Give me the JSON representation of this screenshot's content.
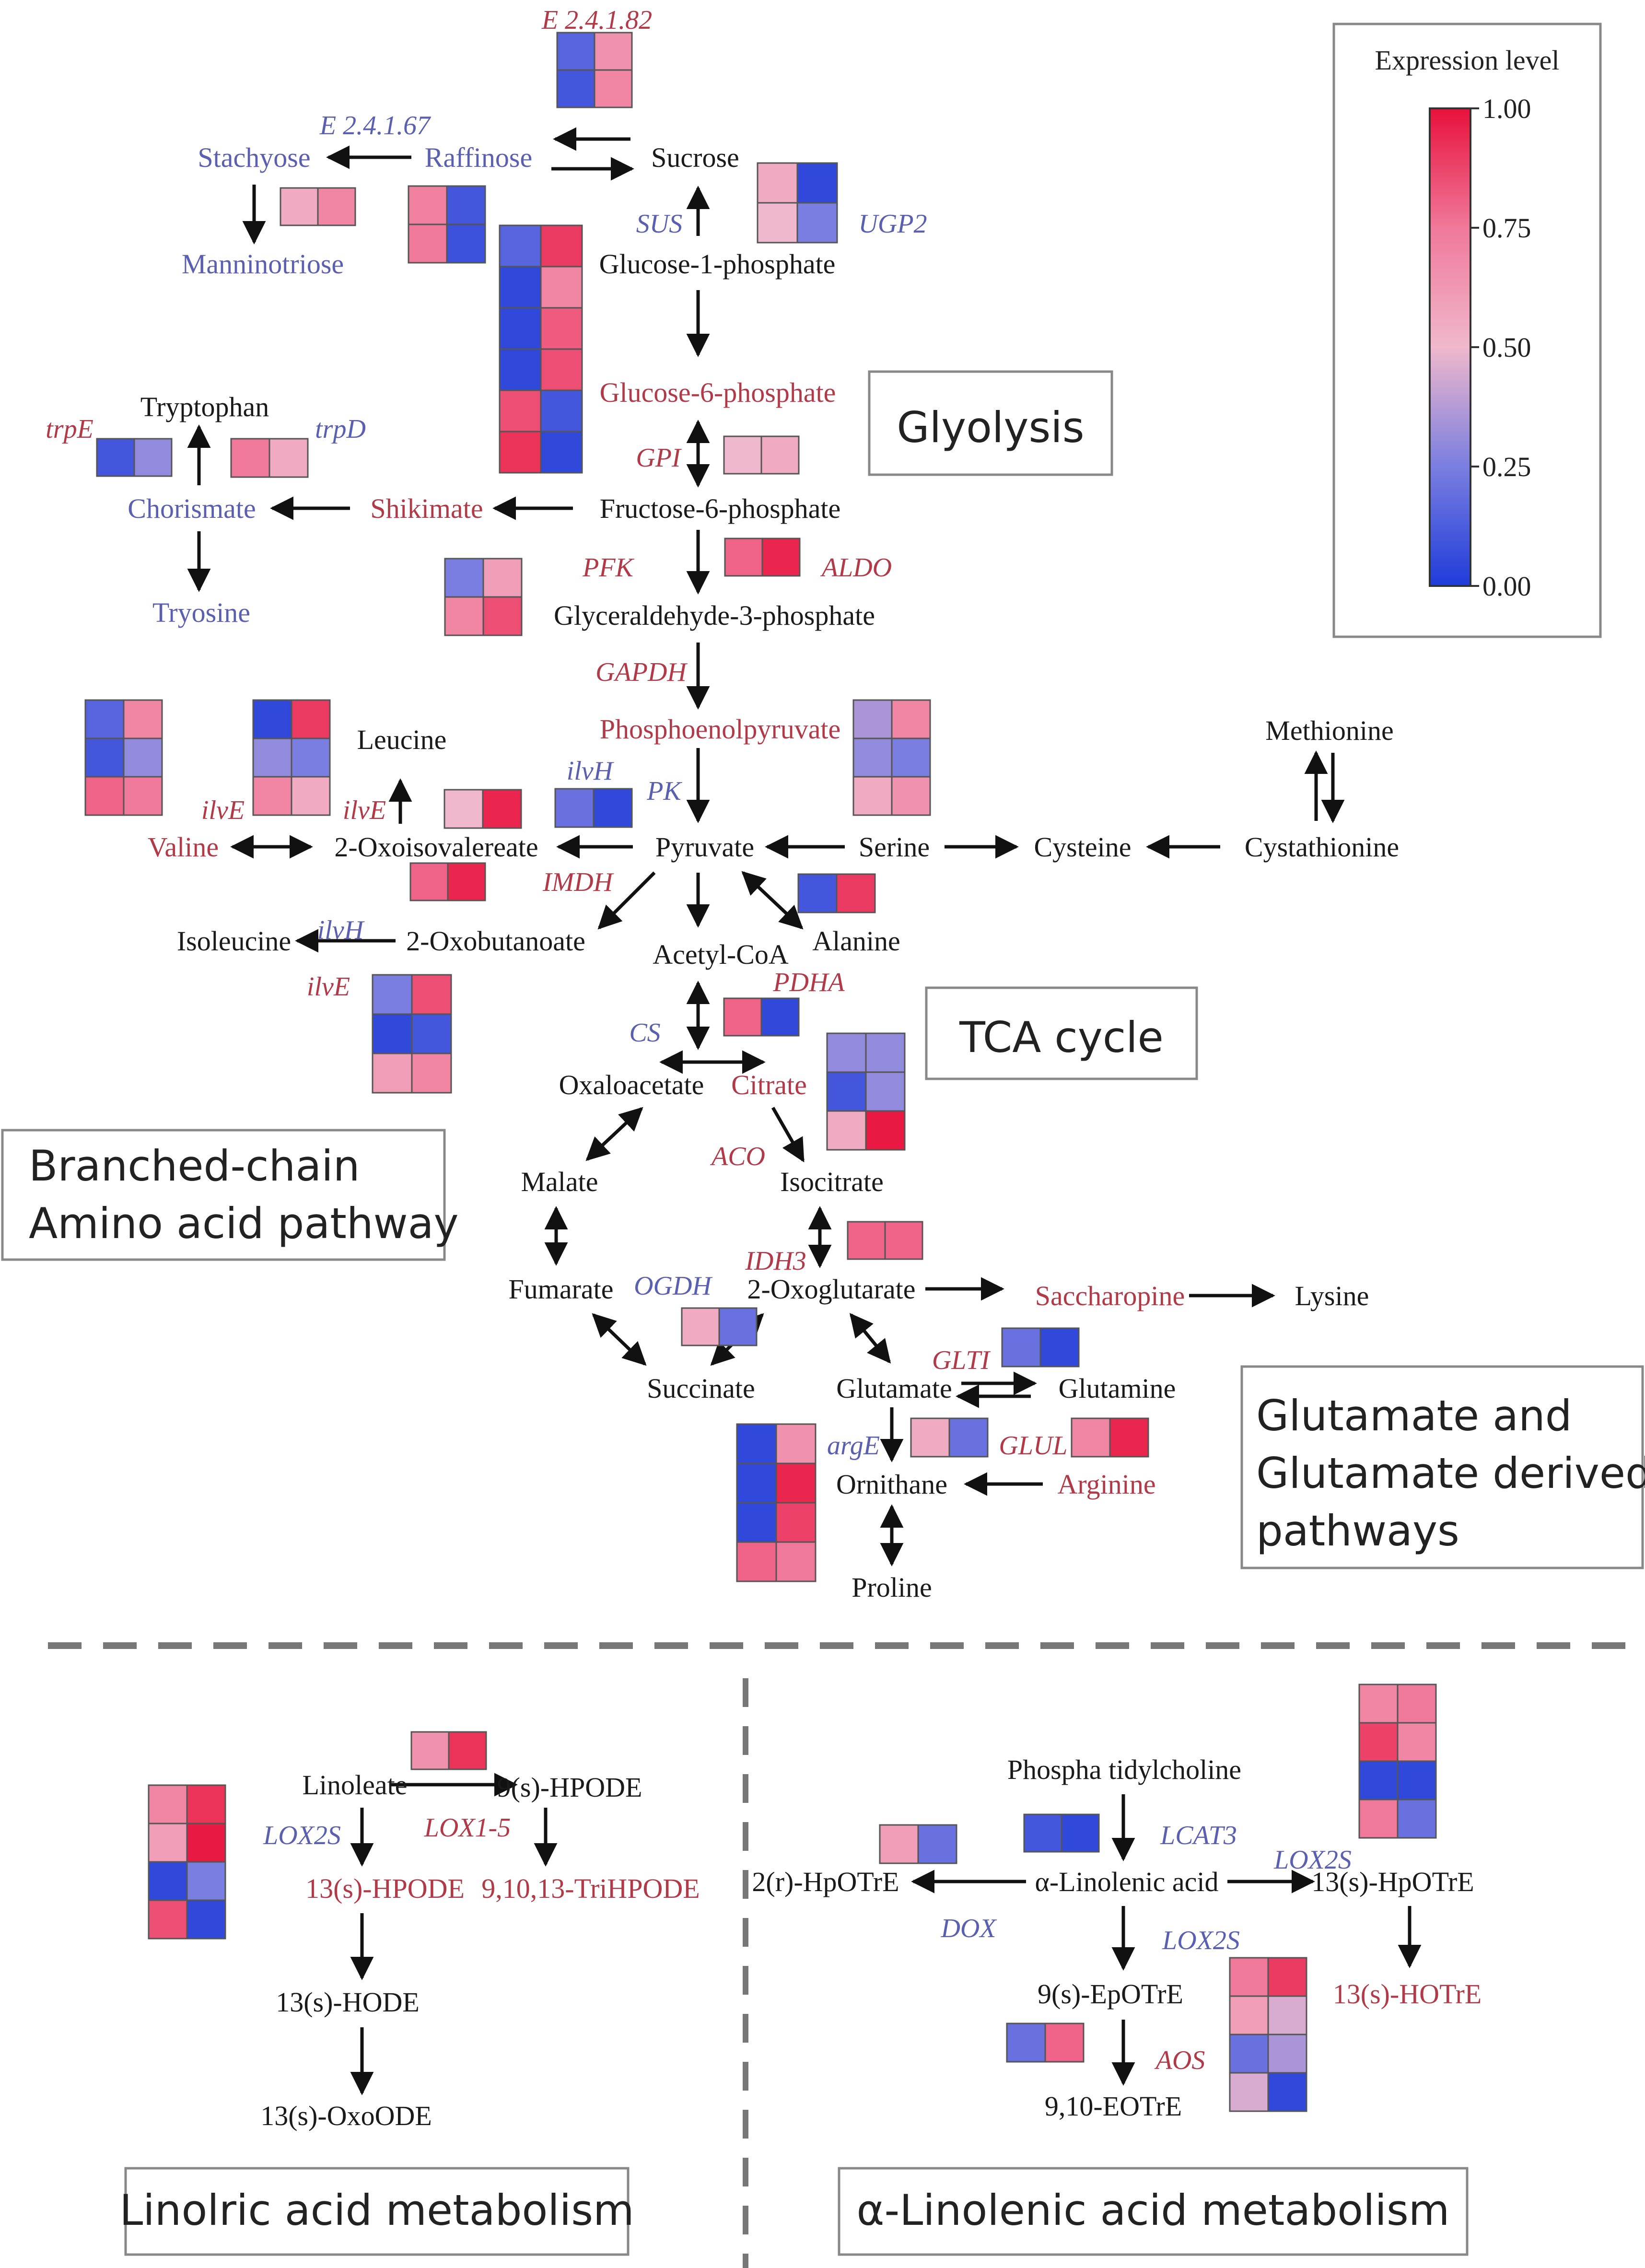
{
  "colors": {
    "black": "#1a1a1a",
    "red": "#b03a48",
    "blue": "#5a5fb0"
  },
  "legend": {
    "title": "Expression level",
    "ticks": [
      "1.00",
      "0.75",
      "0.50",
      "0.25",
      "0.00"
    ]
  },
  "pathway_labels": {
    "glycolysis": "Glyolysis",
    "tca": "TCA cycle",
    "branched_1": "Branched-chain",
    "branched_2": "Amino acid pathway",
    "glutamate_1": "Glutamate and",
    "glutamate_2": "Glutamate derived",
    "glutamate_3": "pathways",
    "linoleic": "Linolric acid metabolism",
    "linolenic": "α-Linolenic acid metabolism"
  },
  "metabolites": [
    {
      "id": "stachyose",
      "text": "Stachyose",
      "color": "blue"
    },
    {
      "id": "raffinose",
      "text": "Raffinose",
      "color": "blue"
    },
    {
      "id": "sucrose",
      "text": "Sucrose",
      "color": "black"
    },
    {
      "id": "manninotriose",
      "text": "Manninotriose",
      "color": "blue"
    },
    {
      "id": "g1p",
      "text": "Glucose-1-phosphate",
      "color": "black"
    },
    {
      "id": "g6p",
      "text": "Glucose-6-phosphate",
      "color": "red"
    },
    {
      "id": "tryptophan",
      "text": "Tryptophan",
      "color": "black"
    },
    {
      "id": "chorismate",
      "text": "Chorismate",
      "color": "blue"
    },
    {
      "id": "shikimate",
      "text": "Shikimate",
      "color": "red"
    },
    {
      "id": "f6p",
      "text": "Fructose-6-phosphate",
      "color": "black"
    },
    {
      "id": "tryosine",
      "text": "Tryosine",
      "color": "blue"
    },
    {
      "id": "ga3p",
      "text": "Glyceraldehyde-3-phosphate",
      "color": "black"
    },
    {
      "id": "pep",
      "text": "Phosphoenolpyruvate",
      "color": "red"
    },
    {
      "id": "leucine",
      "text": "Leucine",
      "color": "black"
    },
    {
      "id": "methionine",
      "text": "Methionine",
      "color": "black"
    },
    {
      "id": "valine",
      "text": "Valine",
      "color": "red"
    },
    {
      "id": "oxoisoval",
      "text": "2-Oxoisovalereate",
      "color": "black"
    },
    {
      "id": "pyruvate",
      "text": "Pyruvate",
      "color": "black"
    },
    {
      "id": "serine",
      "text": "Serine",
      "color": "black"
    },
    {
      "id": "cysteine",
      "text": "Cysteine",
      "color": "black"
    },
    {
      "id": "cystathionine",
      "text": "Cystathionine",
      "color": "black"
    },
    {
      "id": "isoleucine",
      "text": "Isoleucine",
      "color": "black"
    },
    {
      "id": "oxobut",
      "text": "2-Oxobutanoate",
      "color": "black"
    },
    {
      "id": "acetylcoa",
      "text": "Acetyl-CoA",
      "color": "black"
    },
    {
      "id": "alanine",
      "text": "Alanine",
      "color": "black"
    },
    {
      "id": "oxaloacetate",
      "text": "Oxaloacetate",
      "color": "black"
    },
    {
      "id": "citrate",
      "text": "Citrate",
      "color": "red"
    },
    {
      "id": "malate",
      "text": "Malate",
      "color": "black"
    },
    {
      "id": "isocitrate",
      "text": "Isocitrate",
      "color": "black"
    },
    {
      "id": "fumarate",
      "text": "Fumarate",
      "color": "black"
    },
    {
      "id": "oxoglut",
      "text": "2-Oxoglutarate",
      "color": "black"
    },
    {
      "id": "saccharopine",
      "text": "Saccharopine",
      "color": "red"
    },
    {
      "id": "lysine",
      "text": "Lysine",
      "color": "black"
    },
    {
      "id": "succinate",
      "text": "Succinate",
      "color": "black"
    },
    {
      "id": "glutamate",
      "text": "Glutamate",
      "color": "black"
    },
    {
      "id": "glutamine",
      "text": "Glutamine",
      "color": "black"
    },
    {
      "id": "ornithane",
      "text": "Ornithane",
      "color": "black"
    },
    {
      "id": "arginine",
      "text": "Arginine",
      "color": "red"
    },
    {
      "id": "proline",
      "text": "Proline",
      "color": "black"
    },
    {
      "id": "linoleate",
      "text": "Linoleate",
      "color": "black"
    },
    {
      "id": "hpode9",
      "text": "9(s)-HPODE",
      "color": "black"
    },
    {
      "id": "hpode13",
      "text": "13(s)-HPODE",
      "color": "red"
    },
    {
      "id": "trihpode",
      "text": "9,10,13-TriHPODE",
      "color": "red"
    },
    {
      "id": "hode13",
      "text": "13(s)-HODE",
      "color": "black"
    },
    {
      "id": "oxoode13",
      "text": "13(s)-OxoODE",
      "color": "black"
    },
    {
      "id": "phosphatidylcholine",
      "text": "Phospha tidylcholine",
      "color": "black"
    },
    {
      "id": "hpotre2r",
      "text": "2(r)-HpOTrE",
      "color": "black"
    },
    {
      "id": "linolenic",
      "text": "α-Linolenic acid",
      "color": "black"
    },
    {
      "id": "hpotre13",
      "text": "13(s)-HpOTrE",
      "color": "black"
    },
    {
      "id": "epotre9",
      "text": "9(s)-EpOTrE",
      "color": "black"
    },
    {
      "id": "hotre13",
      "text": "13(s)-HOTrE",
      "color": "red"
    },
    {
      "id": "eotre",
      "text": "9,10-EOTrE",
      "color": "black"
    }
  ],
  "enzymes": [
    {
      "id": "e82",
      "text": "E 2.4.1.82",
      "color": "red"
    },
    {
      "id": "e67",
      "text": "E 2.4.1.67",
      "color": "blue"
    },
    {
      "id": "sus",
      "text": "SUS",
      "color": "blue"
    },
    {
      "id": "ugp2",
      "text": "UGP2",
      "color": "blue"
    },
    {
      "id": "trpe",
      "text": "trpE",
      "color": "red"
    },
    {
      "id": "trpd",
      "text": "trpD",
      "color": "blue"
    },
    {
      "id": "gpi",
      "text": "GPI",
      "color": "red"
    },
    {
      "id": "pfk",
      "text": "PFK",
      "color": "red"
    },
    {
      "id": "aldo",
      "text": "ALDO",
      "color": "red"
    },
    {
      "id": "gapdh",
      "text": "GAPDH",
      "color": "red"
    },
    {
      "id": "ilvh1",
      "text": "ilvH",
      "color": "blue"
    },
    {
      "id": "pk",
      "text": "PK",
      "color": "blue"
    },
    {
      "id": "ilve1",
      "text": "ilvE",
      "color": "red"
    },
    {
      "id": "ilve2",
      "text": "ilvE",
      "color": "red"
    },
    {
      "id": "imdh",
      "text": "IMDH",
      "color": "red"
    },
    {
      "id": "ilvh2",
      "text": "ilvH",
      "color": "blue"
    },
    {
      "id": "ilve3",
      "text": "ilvE",
      "color": "red"
    },
    {
      "id": "pdha",
      "text": "PDHA",
      "color": "red"
    },
    {
      "id": "cs",
      "text": "CS",
      "color": "blue"
    },
    {
      "id": "aco",
      "text": "ACO",
      "color": "red"
    },
    {
      "id": "idh3",
      "text": "IDH3",
      "color": "red"
    },
    {
      "id": "ogdh",
      "text": "OGDH",
      "color": "blue"
    },
    {
      "id": "glti",
      "text": "GLTI",
      "color": "red"
    },
    {
      "id": "arge",
      "text": "argE",
      "color": "blue"
    },
    {
      "id": "glul",
      "text": "GLUL",
      "color": "red"
    },
    {
      "id": "lox2s1",
      "text": "LOX2S",
      "color": "blue"
    },
    {
      "id": "lox15",
      "text": "LOX1-5",
      "color": "red"
    },
    {
      "id": "lcat3",
      "text": "LCAT3",
      "color": "blue"
    },
    {
      "id": "lox2s2",
      "text": "LOX2S",
      "color": "blue"
    },
    {
      "id": "dox",
      "text": "DOX",
      "color": "blue"
    },
    {
      "id": "lox2s3",
      "text": "LOX2S",
      "color": "blue"
    },
    {
      "id": "aos",
      "text": "AOS",
      "color": "red"
    }
  ],
  "heatmaps": [
    {
      "id": "hm-e82",
      "values": [
        [
          0.15,
          0.65
        ],
        [
          0.1,
          0.7
        ]
      ]
    },
    {
      "id": "hm-manninotriose",
      "values": [
        [
          0.55,
          0.7
        ]
      ]
    },
    {
      "id": "hm-raffinose",
      "values": [
        [
          0.72,
          0.1
        ],
        [
          0.75,
          0.08
        ]
      ]
    },
    {
      "id": "hm-ugp2",
      "values": [
        [
          0.55,
          0.05
        ],
        [
          0.5,
          0.25
        ]
      ]
    },
    {
      "id": "hm-glc",
      "values": [
        [
          0.15,
          0.9
        ],
        [
          0.05,
          0.7
        ],
        [
          0.05,
          0.82
        ],
        [
          0.05,
          0.85
        ],
        [
          0.85,
          0.1
        ],
        [
          0.92,
          0.05
        ]
      ]
    },
    {
      "id": "hm-trpe",
      "values": [
        [
          0.1,
          0.3
        ]
      ]
    },
    {
      "id": "hm-trpd",
      "values": [
        [
          0.75,
          0.55
        ]
      ]
    },
    {
      "id": "hm-gpi",
      "values": [
        [
          0.5,
          0.55
        ]
      ]
    },
    {
      "id": "hm-aldo",
      "values": [
        [
          0.8,
          0.95
        ]
      ]
    },
    {
      "id": "hm-pfk",
      "values": [
        [
          0.25,
          0.6
        ],
        [
          0.7,
          0.85
        ]
      ]
    },
    {
      "id": "hm-valine",
      "values": [
        [
          0.15,
          0.7
        ],
        [
          0.1,
          0.3
        ],
        [
          0.8,
          0.75
        ]
      ]
    },
    {
      "id": "hm-leucine",
      "values": [
        [
          0.05,
          0.9
        ],
        [
          0.3,
          0.25
        ],
        [
          0.7,
          0.55
        ]
      ]
    },
    {
      "id": "hm-imdh1",
      "values": [
        [
          0.5,
          0.95
        ]
      ]
    },
    {
      "id": "hm-ilvh1",
      "values": [
        [
          0.2,
          0.05
        ]
      ]
    },
    {
      "id": "hm-serine",
      "values": [
        [
          0.35,
          0.7
        ],
        [
          0.3,
          0.25
        ],
        [
          0.55,
          0.65
        ]
      ]
    },
    {
      "id": "hm-imdh2",
      "values": [
        [
          0.8,
          0.95
        ]
      ]
    },
    {
      "id": "hm-alanine",
      "values": [
        [
          0.1,
          0.9
        ]
      ]
    },
    {
      "id": "hm-ilve3",
      "values": [
        [
          0.25,
          0.85
        ],
        [
          0.05,
          0.1
        ],
        [
          0.6,
          0.7
        ]
      ]
    },
    {
      "id": "hm-pdha",
      "values": [
        [
          0.8,
          0.05
        ]
      ]
    },
    {
      "id": "hm-citrate",
      "values": [
        [
          0.3,
          0.3
        ],
        [
          0.1,
          0.3
        ],
        [
          0.55,
          0.98
        ]
      ]
    },
    {
      "id": "hm-idh3",
      "values": [
        [
          0.8,
          0.8
        ]
      ]
    },
    {
      "id": "hm-ogdh",
      "values": [
        [
          0.55,
          0.2
        ]
      ]
    },
    {
      "id": "hm-glti",
      "values": [
        [
          0.2,
          0.05
        ]
      ]
    },
    {
      "id": "hm-arge",
      "values": [
        [
          0.05,
          0.65
        ],
        [
          0.05,
          0.95
        ],
        [
          0.05,
          0.88
        ],
        [
          0.8,
          0.75
        ]
      ]
    },
    {
      "id": "hm-arge2",
      "values": [
        [
          0.55,
          0.2
        ]
      ]
    },
    {
      "id": "hm-glul",
      "values": [
        [
          0.7,
          0.95
        ]
      ]
    },
    {
      "id": "hm-lox15",
      "values": [
        [
          0.65,
          0.92
        ]
      ]
    },
    {
      "id": "hm-lox2s1",
      "values": [
        [
          0.7,
          0.92
        ],
        [
          0.6,
          0.98
        ],
        [
          0.05,
          0.25
        ],
        [
          0.85,
          0.05
        ]
      ]
    },
    {
      "id": "hm-dox",
      "values": [
        [
          0.6,
          0.2
        ]
      ]
    },
    {
      "id": "hm-lcat3",
      "values": [
        [
          0.1,
          0.05
        ]
      ]
    },
    {
      "id": "hm-hpotre13",
      "values": [
        [
          0.7,
          0.75
        ],
        [
          0.88,
          0.7
        ],
        [
          0.05,
          0.05
        ],
        [
          0.75,
          0.2
        ]
      ]
    },
    {
      "id": "hm-hotre13",
      "values": [
        [
          0.75,
          0.9
        ],
        [
          0.6,
          0.45
        ],
        [
          0.2,
          0.35
        ],
        [
          0.45,
          0.05
        ]
      ]
    },
    {
      "id": "hm-aos",
      "values": [
        [
          0.2,
          0.8
        ]
      ]
    }
  ]
}
